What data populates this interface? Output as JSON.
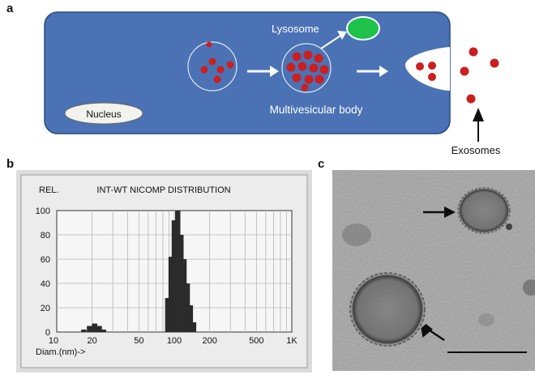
{
  "figure": {
    "panel_a": {
      "letter": "a",
      "labels": {
        "lysosome": "Lysosome",
        "nucleus": "Nucleus",
        "mvb": "Multivesicular body",
        "exosomes": "Exosomes"
      },
      "colors": {
        "cell": "#4a72b4",
        "vesicle": "#cc1f1f",
        "lysosome": "#1ec14a",
        "membrane": "#ffffff"
      }
    },
    "panel_b": {
      "letter": "b",
      "title": "INT-WT NICOMP DISTRIBUTION",
      "y_label": "REL.",
      "x_label": "Diam.(nm)->",
      "y_ticks": [
        "100",
        "80",
        "60",
        "40",
        "20",
        "0"
      ],
      "x_ticks": [
        "10",
        "20",
        "50",
        "100",
        "200",
        "500",
        "1K"
      ]
    },
    "panel_c": {
      "letter": "c"
    }
  },
  "chart_data": {
    "type": "bar",
    "title": "INT-WT NICOMP DISTRIBUTION",
    "xlabel": "Diam.(nm)->",
    "ylabel": "REL.",
    "x_scale": "log",
    "xlim": [
      10,
      1000
    ],
    "ylim": [
      0,
      100
    ],
    "grid": true,
    "x": [
      17,
      19,
      21,
      23,
      25,
      88,
      94,
      100,
      107,
      114,
      121,
      129,
      137,
      146
    ],
    "values": [
      2,
      5,
      7,
      5,
      2,
      28,
      62,
      92,
      100,
      80,
      60,
      40,
      22,
      8
    ]
  }
}
